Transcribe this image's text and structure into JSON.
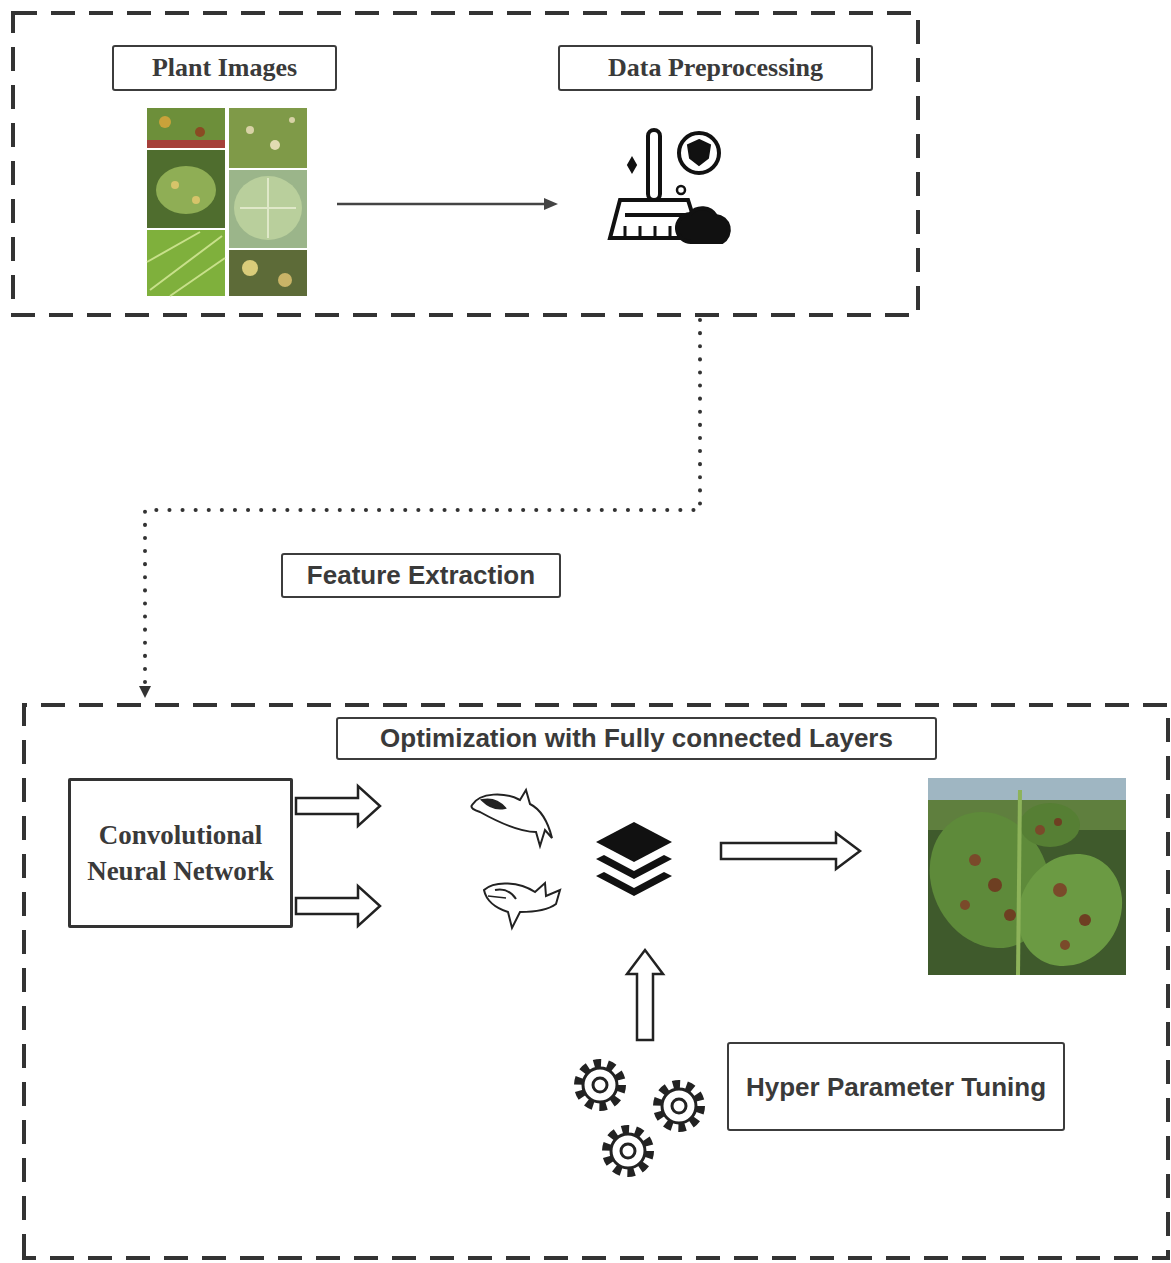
{
  "diagram": {
    "nodes": [
      {
        "text": [
          "Plant Images"
        ]
      },
      {
        "text": [
          "Data Preprocessing"
        ]
      },
      {
        "text": [
          "Feature Extraction"
        ]
      },
      {
        "text": [
          "Optimization with Fully connected Layers"
        ]
      },
      {
        "text": [
          "Convolutional Neural Network"
        ]
      },
      {
        "text": [
          "Hyper Parameter Tuning"
        ]
      }
    ],
    "edges": [
      {
        "from": 0,
        "to": 1,
        "arrow": "to"
      }
    ]
  }
}
